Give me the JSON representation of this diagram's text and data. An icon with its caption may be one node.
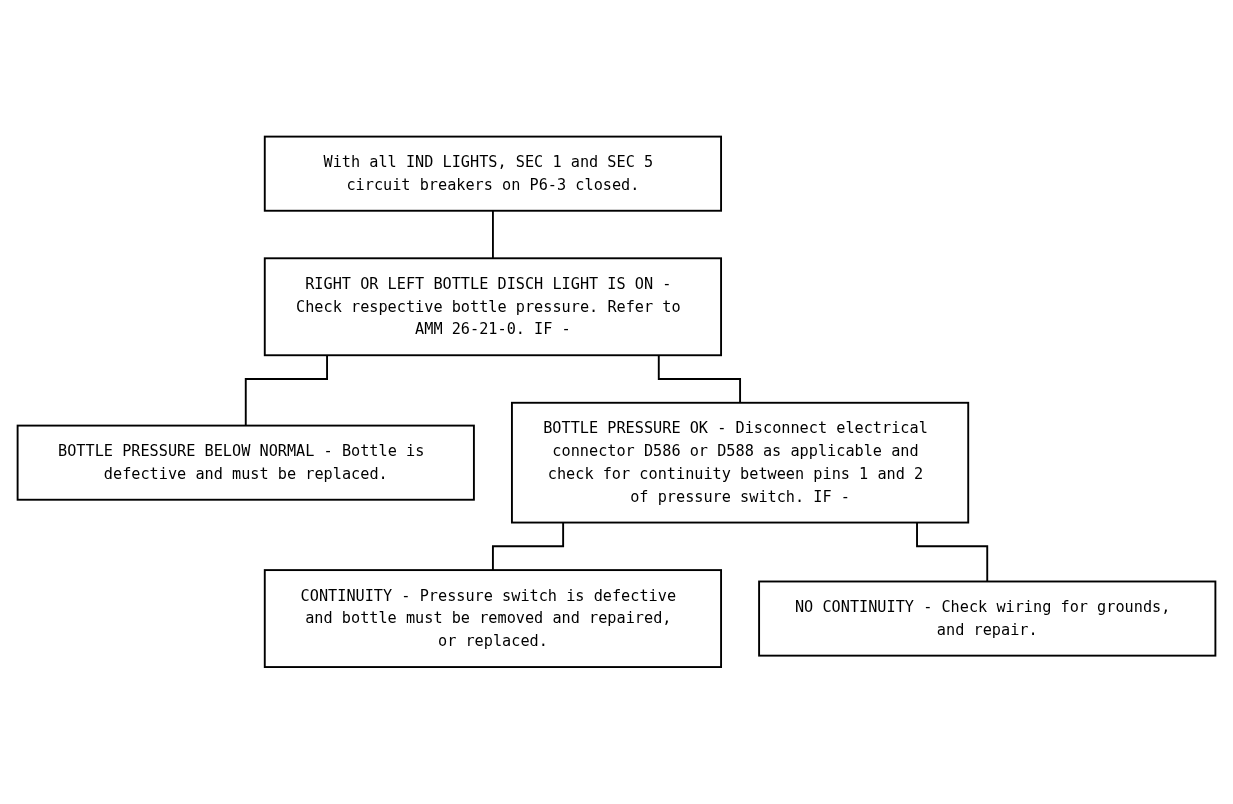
{
  "diagram": {
    "nodes": [
      {
        "text": [
          "With all IND LIGHTS, SEC 1 and SEC 5 circuit breakers on P6-3 closed."
        ]
      },
      {
        "text": [
          "RIGHT OR LEFT BOTTLE DISCH LIGHT IS ON - Check respective bottle pressure. Refer to AMM 26-21-0. IF -"
        ]
      },
      {
        "text": [
          "BOTTLE PRESSURE BELOW NORMAL - Bottle is defective and must be replaced."
        ]
      },
      {
        "text": [
          "BOTTLE PRESSURE OK - Disconnect electrical connector D586 or D588 as applicable and check for continuity between pins 1 and 2 of pressure switch. IF -"
        ]
      },
      {
        "text": [
          "CONTINUITY - Pressure switch is defective and bottle must be removed and repaired, or replaced."
        ]
      },
      {
        "text": [
          "NO CONTINUITY - Check wiring for grounds, and repair."
        ]
      }
    ],
    "edges": [
      {
        "from": 0,
        "to": 1,
        "arrow": "none"
      },
      {
        "from": 1,
        "to": 2,
        "arrow": "none"
      },
      {
        "from": 1,
        "to": 3,
        "arrow": "none"
      },
      {
        "from": 3,
        "to": 4,
        "arrow": "none"
      },
      {
        "from": 3,
        "to": 5,
        "arrow": "none"
      }
    ]
  }
}
